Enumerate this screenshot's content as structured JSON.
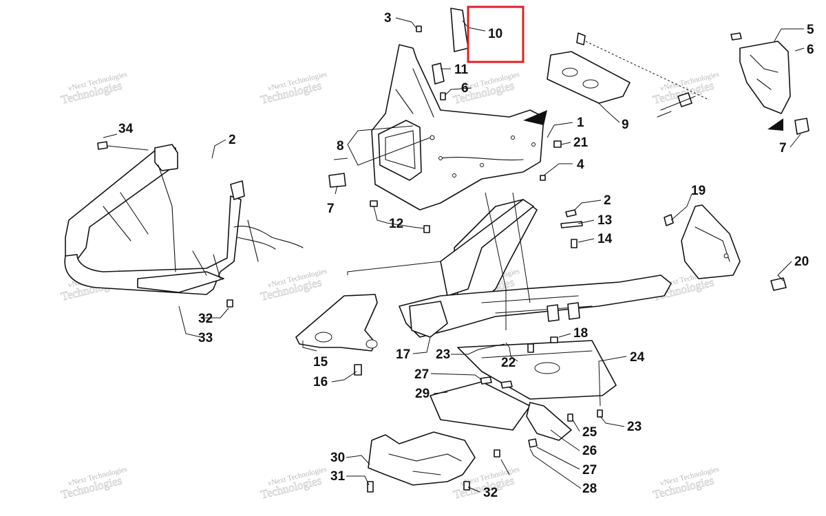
{
  "diagram": {
    "watermark": {
      "line1": "vNext Technologies",
      "line2": "Technologies"
    },
    "callouts": [
      {
        "id": "c1",
        "label": "1"
      },
      {
        "id": "c2a",
        "label": "2"
      },
      {
        "id": "c2b",
        "label": "2"
      },
      {
        "id": "c3",
        "label": "3"
      },
      {
        "id": "c4",
        "label": "4"
      },
      {
        "id": "c5",
        "label": "5"
      },
      {
        "id": "c6a",
        "label": "6"
      },
      {
        "id": "c6b",
        "label": "6"
      },
      {
        "id": "c7a",
        "label": "7"
      },
      {
        "id": "c7b",
        "label": "7"
      },
      {
        "id": "c8",
        "label": "8"
      },
      {
        "id": "c9",
        "label": "9"
      },
      {
        "id": "c10",
        "label": "10"
      },
      {
        "id": "c11",
        "label": "11"
      },
      {
        "id": "c12",
        "label": "12"
      },
      {
        "id": "c13",
        "label": "13"
      },
      {
        "id": "c14",
        "label": "14"
      },
      {
        "id": "c15",
        "label": "15"
      },
      {
        "id": "c16",
        "label": "16"
      },
      {
        "id": "c17",
        "label": "17"
      },
      {
        "id": "c18",
        "label": "18"
      },
      {
        "id": "c19",
        "label": "19"
      },
      {
        "id": "c20",
        "label": "20"
      },
      {
        "id": "c21",
        "label": "21"
      },
      {
        "id": "c22",
        "label": "22"
      },
      {
        "id": "c23a",
        "label": "23"
      },
      {
        "id": "c23b",
        "label": "23"
      },
      {
        "id": "c24",
        "label": "24"
      },
      {
        "id": "c25",
        "label": "25"
      },
      {
        "id": "c26",
        "label": "26"
      },
      {
        "id": "c27a",
        "label": "27"
      },
      {
        "id": "c27b",
        "label": "27"
      },
      {
        "id": "c28",
        "label": "28"
      },
      {
        "id": "c29",
        "label": "29"
      },
      {
        "id": "c30",
        "label": "30"
      },
      {
        "id": "c31",
        "label": "31"
      },
      {
        "id": "c32a",
        "label": "32"
      },
      {
        "id": "c32b",
        "label": "32"
      },
      {
        "id": "c33",
        "label": "33"
      },
      {
        "id": "c34",
        "label": "34"
      }
    ],
    "highlight": {
      "label": "10",
      "color": "#e02020"
    },
    "colors": {
      "ink": "#111111",
      "paper": "#ffffff",
      "watermark": "#b8b8b8"
    }
  }
}
